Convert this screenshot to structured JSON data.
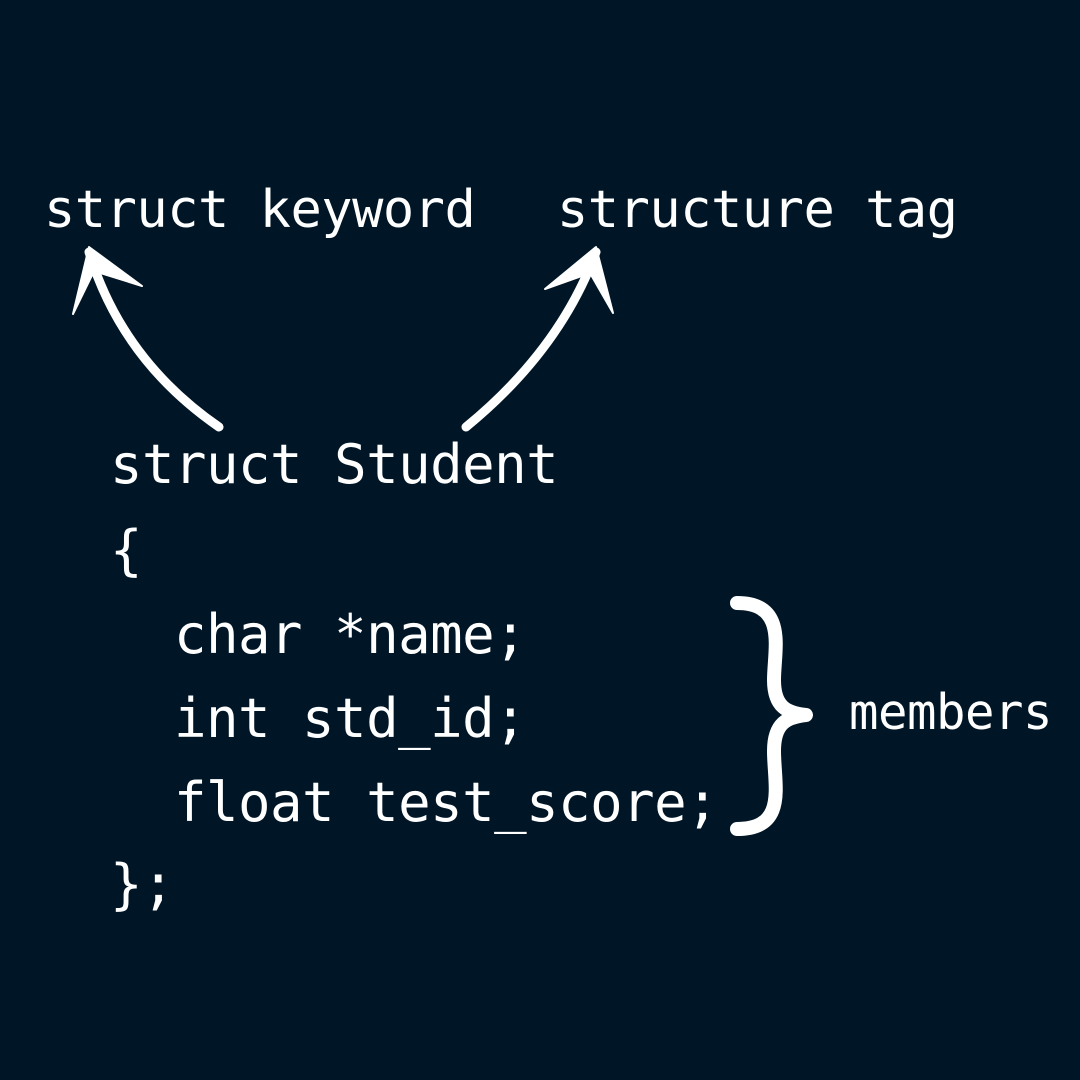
{
  "theme": {
    "background": "#001626",
    "foreground": "#ffffff"
  },
  "labels": {
    "keyword": "struct keyword",
    "tag": "structure tag",
    "members": "members"
  },
  "code": {
    "lines": [
      "struct Student",
      "{",
      "char *name;",
      "int std_id;",
      "float test_score;",
      "};"
    ]
  },
  "icons": {
    "keyword_arrow": "curved-arrow-up-left-icon",
    "tag_arrow": "curved-arrow-up-right-icon",
    "members_brace": "right-curly-brace-icon"
  }
}
